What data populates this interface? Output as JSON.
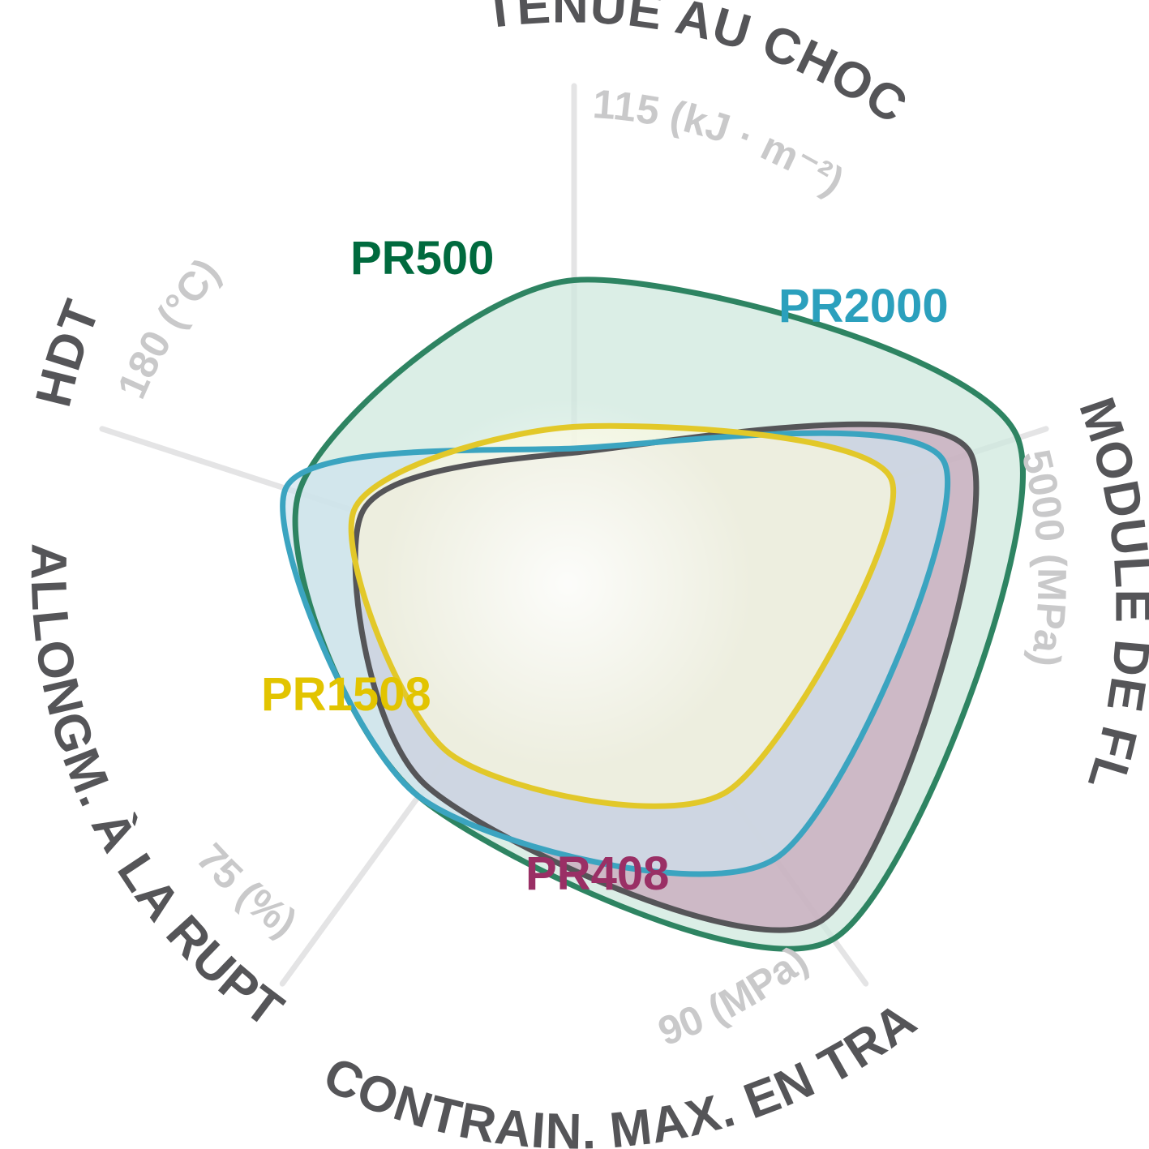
{
  "chart_data": {
    "type": "radar",
    "title": "",
    "axes": [
      {
        "name": "TENUE AU CHOC",
        "max_label": "115 (kJ · m⁻²)",
        "max": 115
      },
      {
        "name": "MODULE DE FLEX.",
        "max_label": "5000 (MPa)",
        "max": 5000
      },
      {
        "name": "CONTRAIN. MAX. EN TRACT.",
        "max_label": "90 (MPa)",
        "max": 90
      },
      {
        "name": "ALLONGM. À LA RUPTURE",
        "max_label": "75 (%)",
        "max": 75
      },
      {
        "name": "HDT",
        "max_label": "180 (°C)",
        "max": 180
      }
    ],
    "series": [
      {
        "name": "PR500",
        "color": "#2e8462",
        "label_color": "#006a3e",
        "fill": "#cfe8dd",
        "values": [
          70,
          4700,
          80,
          40,
          105
        ]
      },
      {
        "name": "PR408",
        "color": "#555558",
        "label_color": "#9a2f65",
        "fill": "#c8a3b8",
        "values": [
          30,
          4200,
          76,
          38,
          81
        ]
      },
      {
        "name": "PR2000",
        "color": "#3ba4c0",
        "label_color": "#2ba0bd",
        "fill": "#cfe3ee",
        "values": [
          31,
          3920,
          62,
          40,
          110
        ]
      },
      {
        "name": "PR1508",
        "color": "#e2c829",
        "label_color": "#e2c400",
        "fill": "#fbf8de",
        "values": [
          36,
          3360,
          47,
          32,
          84
        ]
      }
    ],
    "grid": false,
    "legend": "inline labels"
  }
}
